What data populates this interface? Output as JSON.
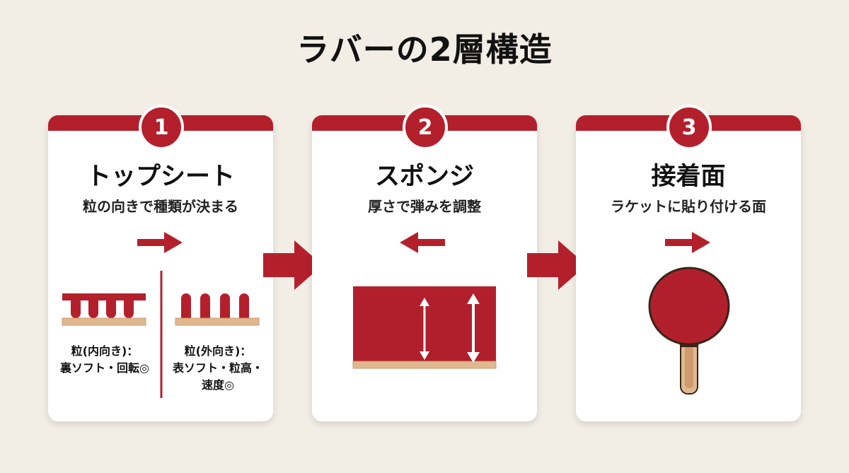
{
  "title": "ラバーの2層構造",
  "colors": {
    "accent": "#b3202c",
    "base": "#e0b890",
    "background": "#f2eee6"
  },
  "cards": [
    {
      "number": "1",
      "title": "トップシート",
      "subtitle": "粒の向きで種類が決まる",
      "direction_arrow": "right",
      "captions": [
        "粒(内向き)：\n裏ソフト・回転◎",
        "粒(外向き)：\n表ソフト・粒高・\n速度◎"
      ]
    },
    {
      "number": "2",
      "title": "スポンジ",
      "subtitle": "厚さで弾みを調整",
      "direction_arrow": "left"
    },
    {
      "number": "3",
      "title": "接着面",
      "subtitle": "ラケットに貼り付ける面",
      "direction_arrow": "right"
    }
  ]
}
